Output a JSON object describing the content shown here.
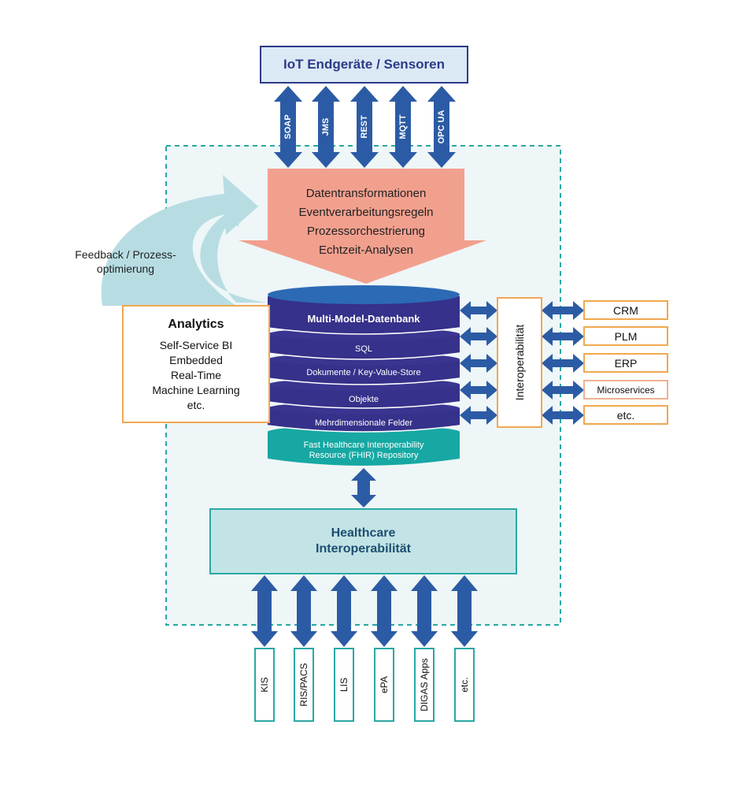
{
  "iot_title": "IoT Endgeräte / Sensoren",
  "protocols": [
    "SOAP",
    "JMS",
    "REST",
    "MQTT",
    "OPC UA"
  ],
  "processing": [
    "Datentransformationen",
    "Eventverarbeitungsregeln",
    "Prozessorchestrierung",
    "Echtzeit-Analysen"
  ],
  "feedback": {
    "line1": "Feedback / Prozess-",
    "line2": "optimierung"
  },
  "analytics": {
    "title": "Analytics",
    "items": [
      "Self-Service BI",
      "Embedded",
      "Real-Time",
      "Machine Learning",
      "etc."
    ]
  },
  "database": {
    "title": "Multi-Model-Datenbank",
    "layers": [
      "SQL",
      "Dokumente / Key-Value-Store",
      "Objekte",
      "Mehrdimensionale Felder"
    ],
    "fhir_line1": "Fast Healthcare Interoperability",
    "fhir_line2": "Resource (FHIR) Repository"
  },
  "interop_label": "Interoperabilität",
  "systems": [
    "CRM",
    "PLM",
    "ERP",
    "Microservices",
    "etc."
  ],
  "healthcare": {
    "line1": "Healthcare",
    "line2": "Interoperabilität"
  },
  "bottom_systems": [
    "KIS",
    "RIS/PACS",
    "LIS",
    "ePA",
    "DIGAS Apps",
    "etc."
  ],
  "colors": {
    "navy": "#2e3a87",
    "arrow_blue": "#2c5ba5",
    "salmon": "#f2a08e",
    "teal": "#17a8a3",
    "orange": "#f0a850",
    "light_teal": "#c3e4e6",
    "feedback_arrow": "#b7dde3"
  }
}
